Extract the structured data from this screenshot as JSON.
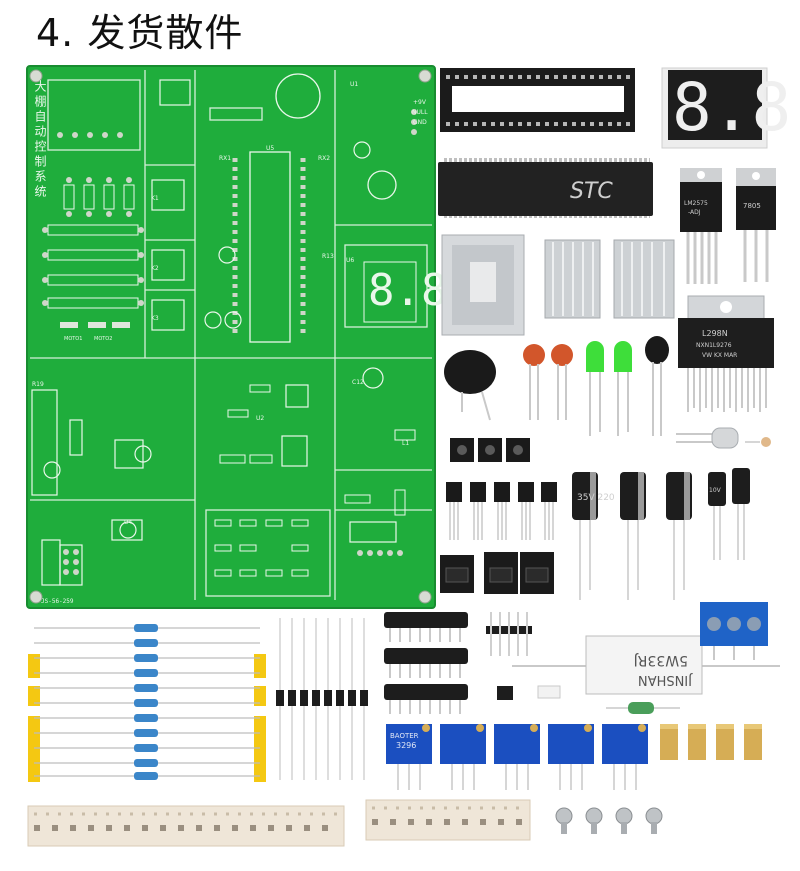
{
  "heading": "4. 发货散件",
  "pcb": {
    "title_vertical": "大棚自动控制系统",
    "board_id": "JS-56-259",
    "labels": {
      "nine_volt": "+9V",
      "null": "NULL",
      "gnd": "GND",
      "u5": "U5",
      "u1": "U1",
      "u2": "U2",
      "u4": "U4",
      "u6": "U6",
      "r13": "R13",
      "r19": "R19",
      "rx1": "RX1",
      "rx2": "RX2",
      "k1": "K1",
      "k2": "K2",
      "k3": "K3",
      "moto1": "MOTO1",
      "moto2": "MOTO2",
      "l1": "L1",
      "c12": "C12"
    },
    "colors": {
      "board": "#1fad3c",
      "silk": "#e9f7ea",
      "copper": "#cfd6c9"
    }
  },
  "parts": {
    "mcu_marking": "STC",
    "display_digits": "8.8.",
    "amplifier_marking": [
      "L298N",
      "NXN1L9276",
      "VW KX MAR"
    ],
    "regulator_marking": [
      "LM2575",
      "-ADJ",
      "7805"
    ],
    "cement_resistor": "5W33RJ",
    "cement_brand": "JINSHAN",
    "trimmer_marking": "3296",
    "trimmer_brand": "BAOTER",
    "cap_marking": "35V 220",
    "cap_small": "10V"
  },
  "colors": {
    "bg": "#ffffff",
    "pcb": "#1fad3c",
    "ic_black": "#1b1b1b",
    "resistor_blue": "#3b86c9",
    "trimmer_blue": "#1b4fc0",
    "led_green": "#3ede3a",
    "cap_orange": "#d2562b",
    "brass": "#d6ad55",
    "tape_yellow": "#f4c812"
  }
}
